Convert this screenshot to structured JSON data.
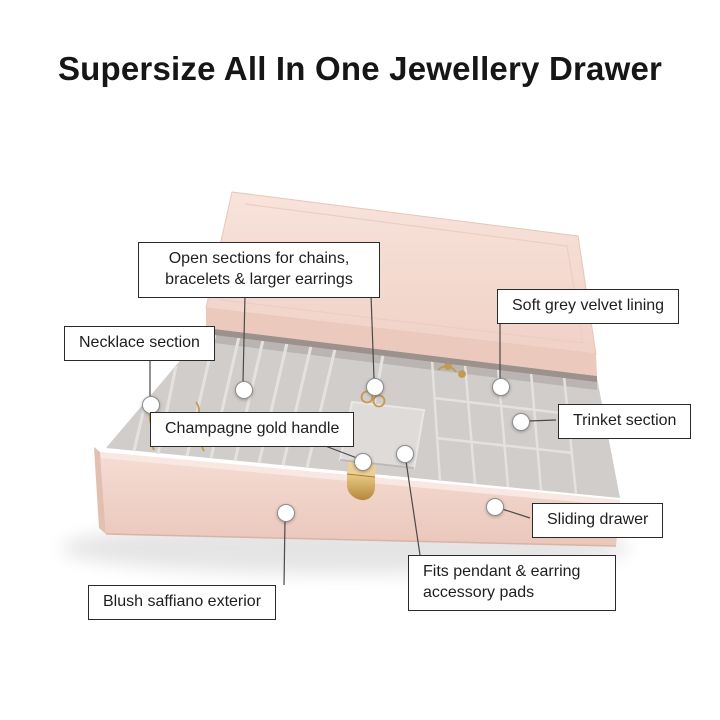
{
  "title": "Supersize All In One Jewellery Drawer",
  "product": {
    "name": "supersize-all-in-one-jewellery-drawer",
    "colors": {
      "blush_exterior": "#f2d5cb",
      "blush_edge": "#ecc9bd",
      "velvet_grey": "#d0cdcb",
      "velvet_divider": "#e4e2e0",
      "champagne_gold": "#c9a050",
      "label_border": "#2a2a2a",
      "title_color": "#161616"
    }
  },
  "callouts": [
    {
      "id": "open-sections",
      "text": "Open sections for chains, bracelets & larger earrings"
    },
    {
      "id": "velvet",
      "text": "Soft grey velvet lining"
    },
    {
      "id": "necklace",
      "text": "Necklace section"
    },
    {
      "id": "handle",
      "text": "Champagne gold handle"
    },
    {
      "id": "trinket",
      "text": "Trinket section"
    },
    {
      "id": "sliding",
      "text": "Sliding drawer"
    },
    {
      "id": "pendant",
      "text": "Fits pendant & earring accessory pads"
    },
    {
      "id": "saffiano",
      "text": "Blush saffiano exterior"
    }
  ]
}
